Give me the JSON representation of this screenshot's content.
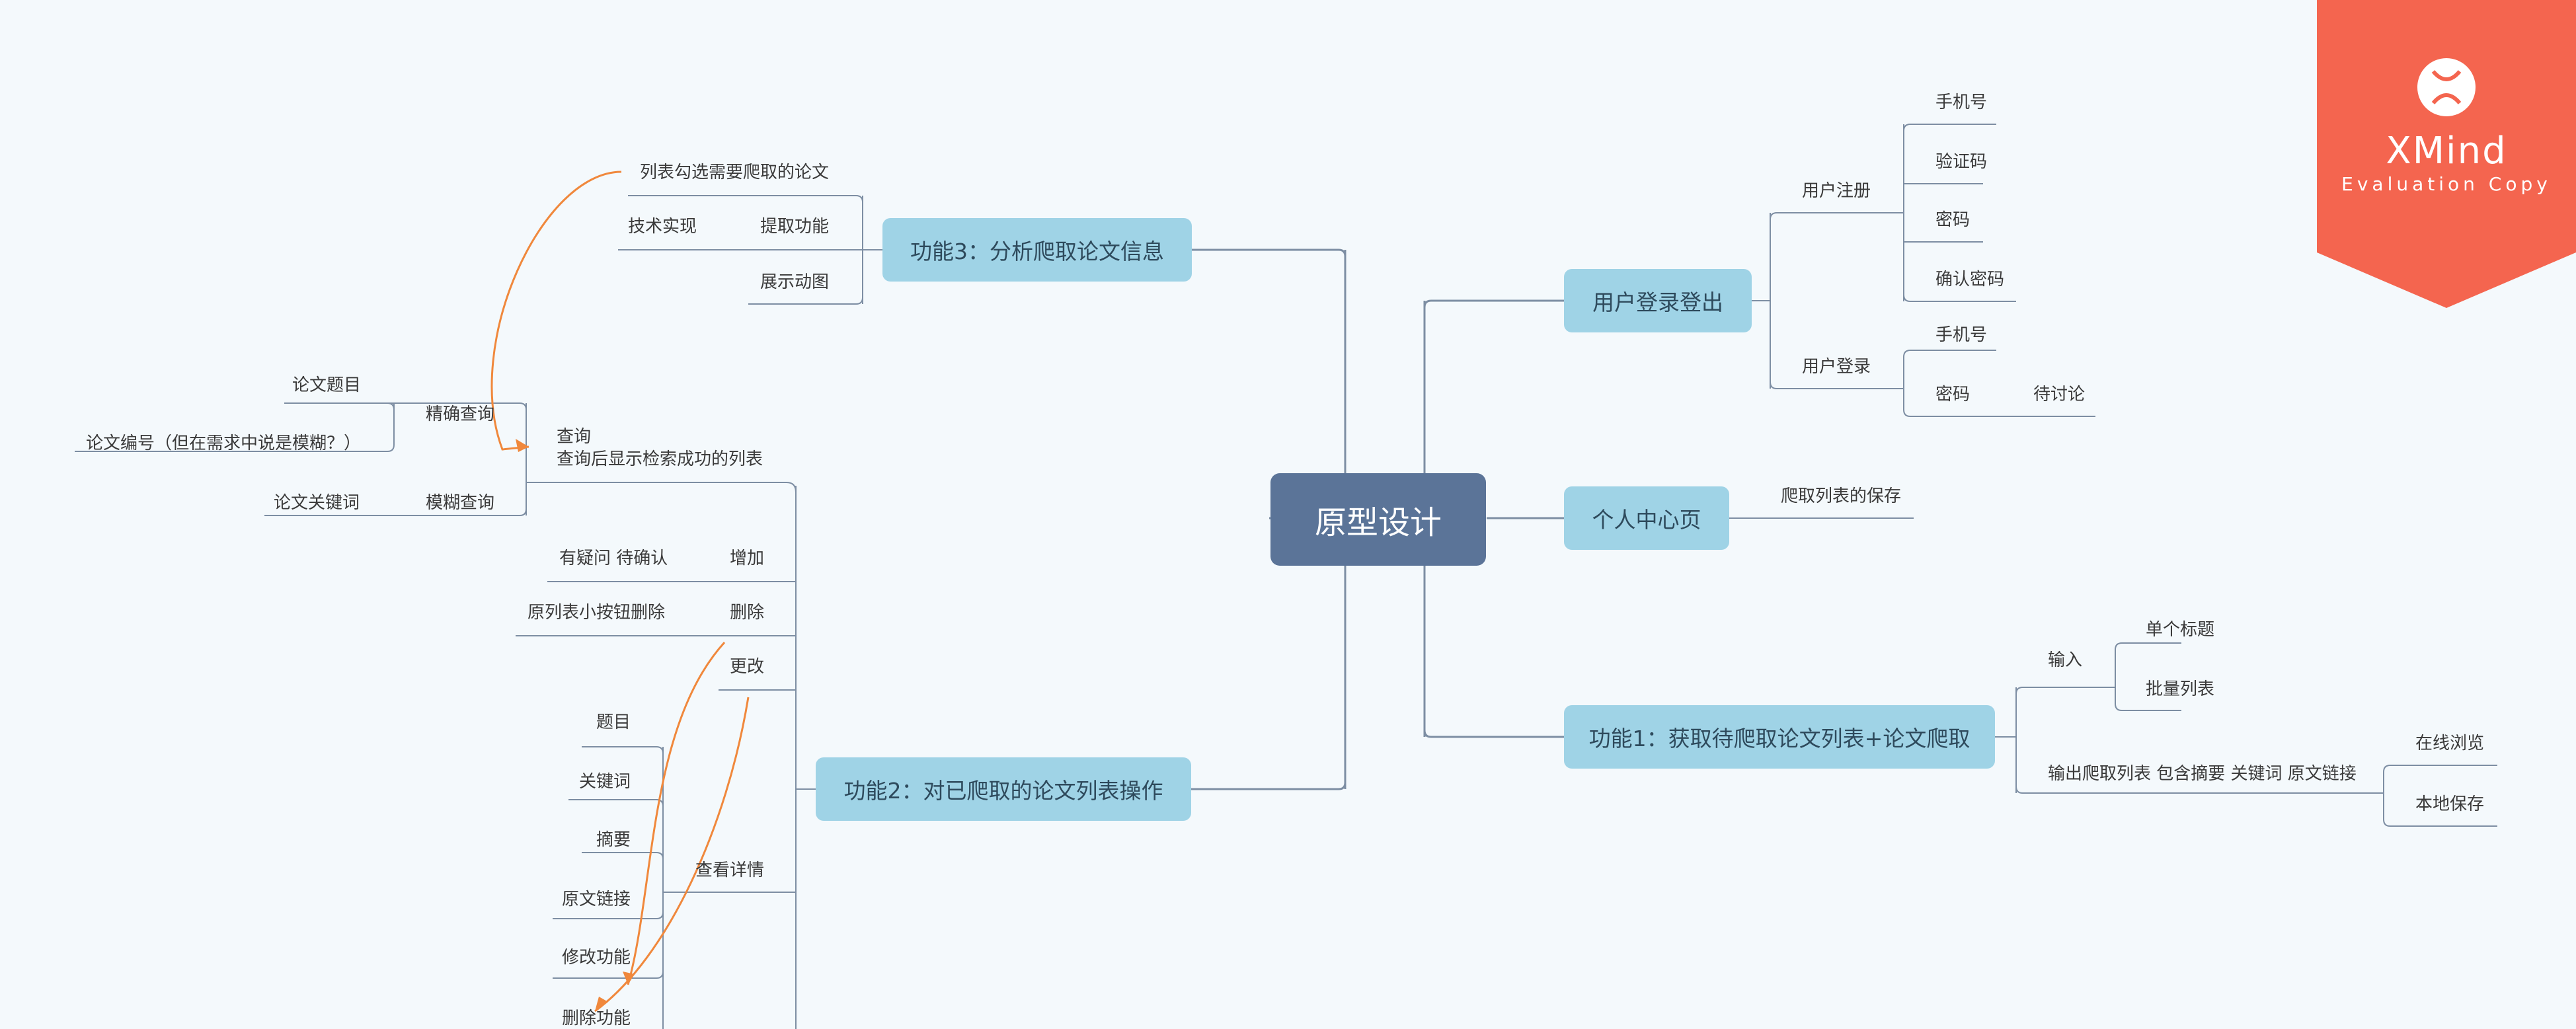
{
  "root": {
    "label": "原型设计"
  },
  "branches": {
    "f3": {
      "label": "功能3：分析爬取论文信息"
    },
    "f2": {
      "label": "功能2：对已爬取的论文列表操作"
    },
    "login": {
      "label": "用户登录登出"
    },
    "center": {
      "label": "个人中心页"
    },
    "f1": {
      "label": "功能1：获取待爬取论文列表+论文爬取"
    }
  },
  "f3": {
    "pick": "列表勾选需要爬取的论文",
    "tech": "技术实现",
    "extract": "提取功能",
    "anim": "展示动图"
  },
  "query": {
    "title": "查询",
    "desc": "查询后显示检索成功的列表",
    "exact": "精确查询",
    "fuzzy": "模糊查询",
    "paper_title": "论文题目",
    "paper_id": "论文编号（但在需求中说是模糊？）",
    "keyword": "论文关键词"
  },
  "f2": {
    "add": "增加",
    "add_note": "有疑问 待确认",
    "delete": "删除",
    "delete_note": "原列表小按钮删除",
    "modify": "更改",
    "detail": "查看详情",
    "d_title": "题目",
    "d_keyword": "关键词",
    "d_abstract": "摘要",
    "d_link": "原文链接",
    "d_modify": "修改功能",
    "d_delete": "删除功能"
  },
  "login": {
    "register": "用户注册",
    "r_phone": "手机号",
    "r_code": "验证码",
    "r_pwd": "密码",
    "r_confirm": "确认密码",
    "signin": "用户登录",
    "s_phone": "手机号",
    "s_pwd": "密码",
    "s_note": "待讨论"
  },
  "center": {
    "save": "爬取列表的保存"
  },
  "f1": {
    "input": "输入",
    "single": "单个标题",
    "batch": "批量列表",
    "output": "输出爬取列表 包含摘要 关键词 原文链接",
    "online": "在线浏览",
    "local": "本地保存"
  },
  "badge": {
    "logo": "XMind",
    "sub": "Evaluation Copy"
  },
  "colors": {
    "background": "#f4f9fc",
    "root": "#5b7498",
    "main_topic": "#9fd3e6",
    "connector": "#7d8ea3",
    "relationship": "#f0883c",
    "badge": "#f4654f"
  }
}
